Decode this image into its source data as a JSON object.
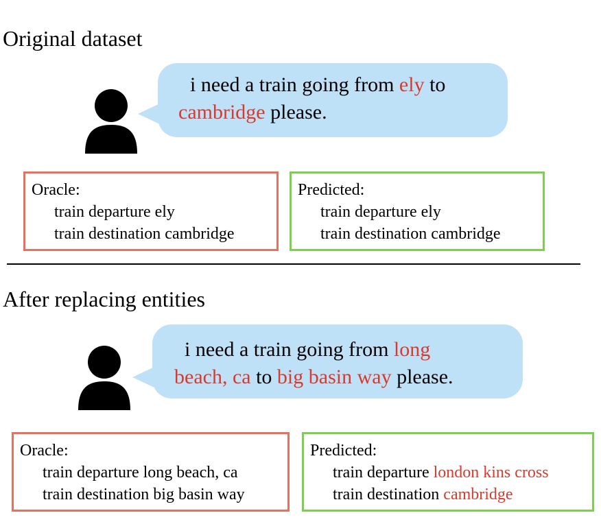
{
  "colors": {
    "bubble": "#bfe1f8",
    "highlight": "#d93a2b",
    "oracle_border": "#e6715f",
    "predicted_border": "#7dcf52",
    "person": "#000000"
  },
  "sections": [
    {
      "title": "Original dataset",
      "person_icon": "user-silhouette-icon",
      "utterance": {
        "line1": [
          "i need a train going from ",
          "ely",
          " to"
        ],
        "line2": [
          "cambridge",
          " please."
        ]
      },
      "oracle": {
        "label": "Oracle:",
        "slots": [
          {
            "prefix": "train departure ",
            "value": "ely"
          },
          {
            "prefix": "train destination ",
            "value": "cambridge"
          }
        ]
      },
      "predicted": {
        "label": "Predicted:",
        "slots": [
          {
            "prefix": "train departure ",
            "value": "ely"
          },
          {
            "prefix": "train destination ",
            "value": "cambridge"
          }
        ]
      }
    },
    {
      "title": "After replacing entities",
      "person_icon": "user-silhouette-icon",
      "utterance": {
        "line1": [
          "i need a train going from ",
          "long"
        ],
        "line2": [
          "beach, ca",
          " to ",
          "big basin way",
          " please."
        ]
      },
      "oracle": {
        "label": "Oracle:",
        "slots": [
          {
            "prefix": "train departure ",
            "value": "long beach, ca"
          },
          {
            "prefix": "train destination ",
            "value": "big basin way"
          }
        ]
      },
      "predicted": {
        "label": "Predicted:",
        "slots": [
          {
            "prefix": "train departure ",
            "value": "london kins cross"
          },
          {
            "prefix": "train destination ",
            "value": "cambridge"
          }
        ]
      }
    }
  ]
}
